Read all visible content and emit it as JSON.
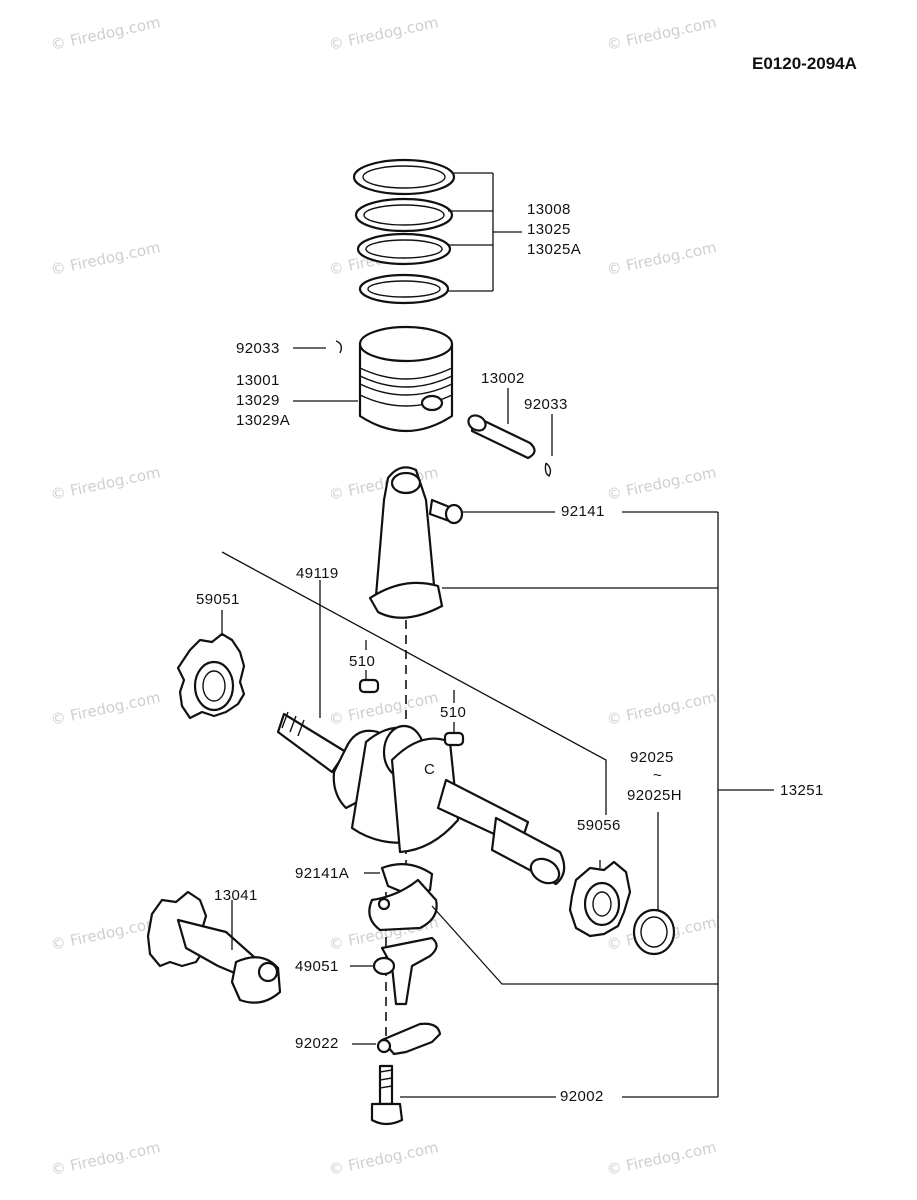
{
  "diagram": {
    "code": "E0120-2094A",
    "watermark": "© Firedog.com",
    "parts": {
      "p13008": "13008",
      "p13025": "13025",
      "p13025A": "13025A",
      "p92033a": "92033",
      "p13001": "13001",
      "p13029": "13029",
      "p13029A": "13029A",
      "p13002": "13002",
      "p92033b": "92033",
      "p92141": "92141",
      "p49119": "49119",
      "p59051": "59051",
      "p510a": "510",
      "p510b": "510",
      "p92025": "92025",
      "tilde": "~",
      "p92025H": "92025H",
      "p13251": "13251",
      "p59056": "59056",
      "p92141A": "92141A",
      "p13041": "13041",
      "p49051": "49051",
      "p92022": "92022",
      "p92002": "92002",
      "markC": "C"
    }
  }
}
